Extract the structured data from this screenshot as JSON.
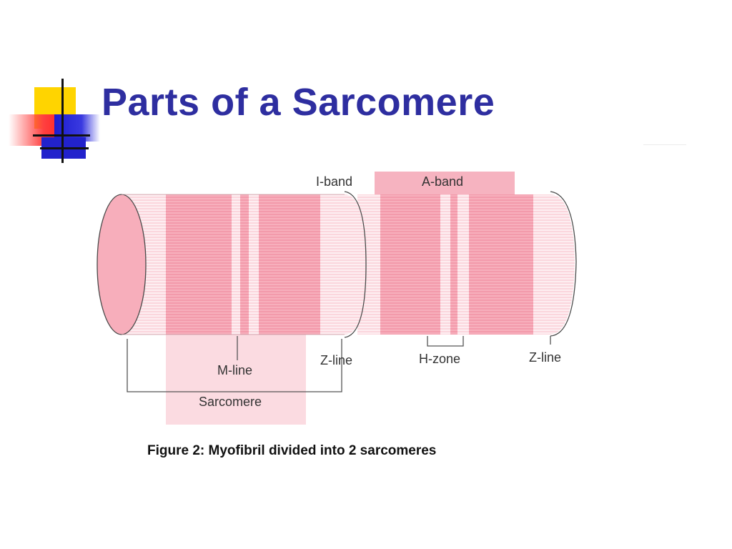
{
  "slide": {
    "title": "Parts of a Sarcomere"
  },
  "diagram": {
    "labels": {
      "i_band": "I-band",
      "a_band": "A-band",
      "m_line": "M-line",
      "z_line_left": "Z-line",
      "h_zone": "H-zone",
      "z_line_right": "Z-line",
      "sarcomere": "Sarcomere"
    },
    "caption": "Figure 2: Myofibril divided into 2 sarcomeres"
  },
  "colors": {
    "title": "#2e2ea0",
    "band_dark": "#f39aab",
    "band_light": "#fbd6dd",
    "deco_yellow": "#ffd400",
    "deco_blue": "#2222cc",
    "deco_red": "#ff4040"
  }
}
